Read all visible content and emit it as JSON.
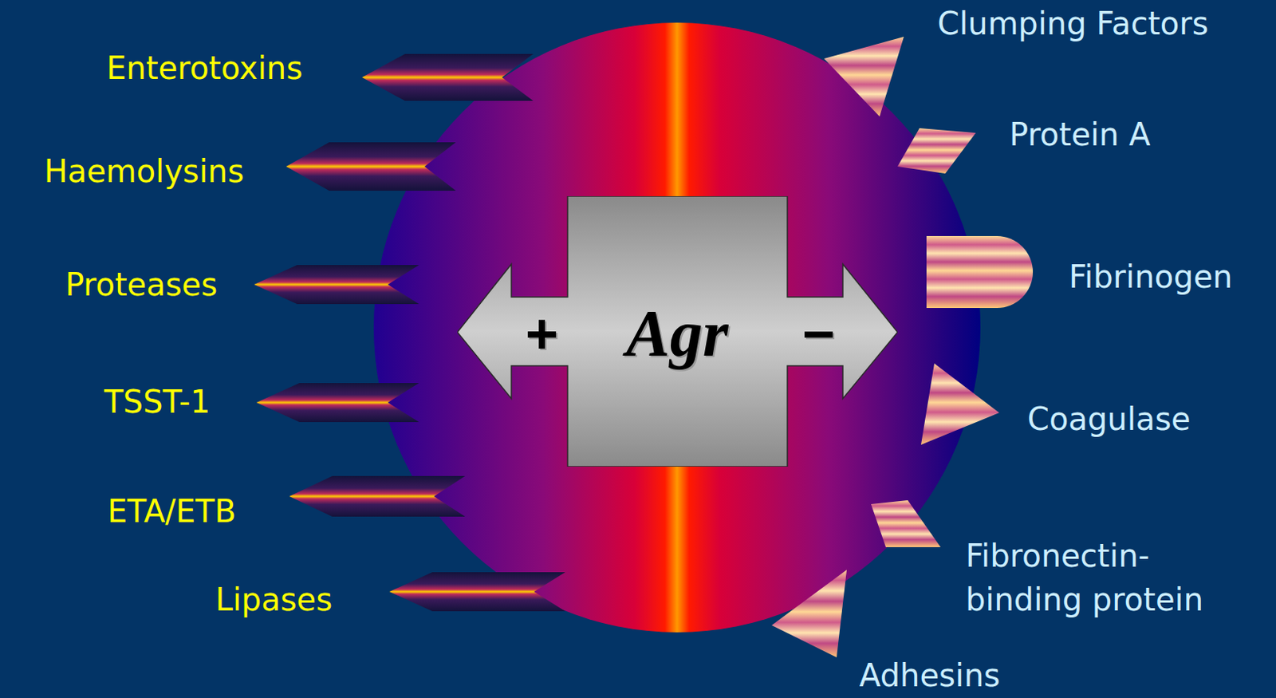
{
  "diagram": {
    "nodes": [
      {
        "text": [
          "+",
          "Agr",
          "−"
        ]
      }
    ],
    "labels": [
      "Enterotoxins",
      "Haemolysins",
      "Proteases",
      "TSST-1",
      "ETA/ETB",
      "Lipases",
      "Clumping Factors",
      "Protein A",
      "Fibrinogen",
      "Coagulase",
      "Fibronectin- binding protein",
      "Adhesins"
    ]
  }
}
